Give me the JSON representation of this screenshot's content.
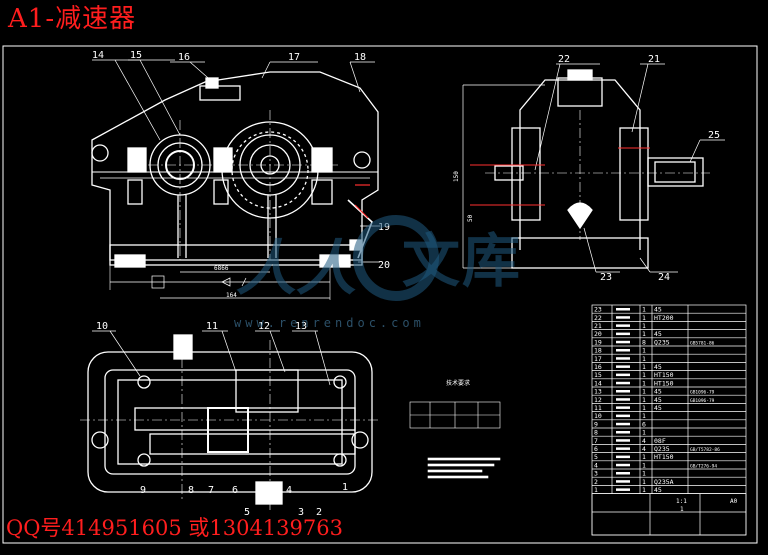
{
  "drawing": {
    "title": "A1-减速器",
    "contact": "QQ号414951605  或1304139763",
    "watermark_url": "www.renrendoc.com",
    "watermark_cn": [
      "人人",
      "文",
      "库"
    ],
    "front_callouts": [
      "14",
      "15",
      "16",
      "17",
      "18",
      "19",
      "20"
    ],
    "side_callouts": [
      "22",
      "21",
      "25",
      "23",
      "24"
    ],
    "plan_callouts_top": [
      "10",
      "11",
      "12",
      "13"
    ],
    "plan_callouts_bottom": [
      "9",
      "8",
      "7",
      "6",
      "5",
      "4",
      "3",
      "2",
      "1"
    ],
    "dim_front": [
      "6866",
      "164"
    ],
    "dim_side": [
      "150",
      "50"
    ],
    "sheet_size": "A0",
    "scale": "1:1",
    "sheet_no": "1",
    "tech_title": "技术要求",
    "bom_rows": [
      {
        "no": "23",
        "qty": "1",
        "spec": "45",
        "note": ""
      },
      {
        "no": "22",
        "qty": "1",
        "spec": "HT200",
        "note": ""
      },
      {
        "no": "21",
        "qty": "1",
        "spec": "",
        "note": ""
      },
      {
        "no": "20",
        "qty": "1",
        "spec": "45",
        "note": ""
      },
      {
        "no": "19",
        "qty": "8",
        "spec": "Q235",
        "note": "GB5781-86"
      },
      {
        "no": "18",
        "qty": "1",
        "spec": "",
        "note": ""
      },
      {
        "no": "17",
        "qty": "1",
        "spec": "",
        "note": ""
      },
      {
        "no": "16",
        "qty": "1",
        "spec": "45",
        "note": ""
      },
      {
        "no": "15",
        "qty": "1",
        "spec": "HT150",
        "note": ""
      },
      {
        "no": "14",
        "qty": "1",
        "spec": "HT150",
        "note": ""
      },
      {
        "no": "13",
        "qty": "1",
        "spec": "45",
        "note": "GB1096-79"
      },
      {
        "no": "12",
        "qty": "1",
        "spec": "45",
        "note": "GB1096-79"
      },
      {
        "no": "11",
        "qty": "1",
        "spec": "45",
        "note": ""
      },
      {
        "no": "10",
        "qty": "1",
        "spec": "",
        "note": ""
      },
      {
        "no": "9",
        "qty": "6",
        "spec": "",
        "note": ""
      },
      {
        "no": "8",
        "qty": "1",
        "spec": "",
        "note": ""
      },
      {
        "no": "7",
        "qty": "4",
        "spec": "08F",
        "note": ""
      },
      {
        "no": "6",
        "qty": "4",
        "spec": "Q235",
        "note": "GB/T5782-86"
      },
      {
        "no": "5",
        "qty": "1",
        "spec": "HT150",
        "note": ""
      },
      {
        "no": "4",
        "qty": "1",
        "spec": "",
        "note": "GB/T276-94"
      },
      {
        "no": "3",
        "qty": "1",
        "spec": "",
        "note": ""
      },
      {
        "no": "2",
        "qty": "1",
        "spec": "Q235A",
        "note": ""
      },
      {
        "no": "1",
        "qty": "1",
        "spec": "45",
        "note": ""
      }
    ]
  }
}
